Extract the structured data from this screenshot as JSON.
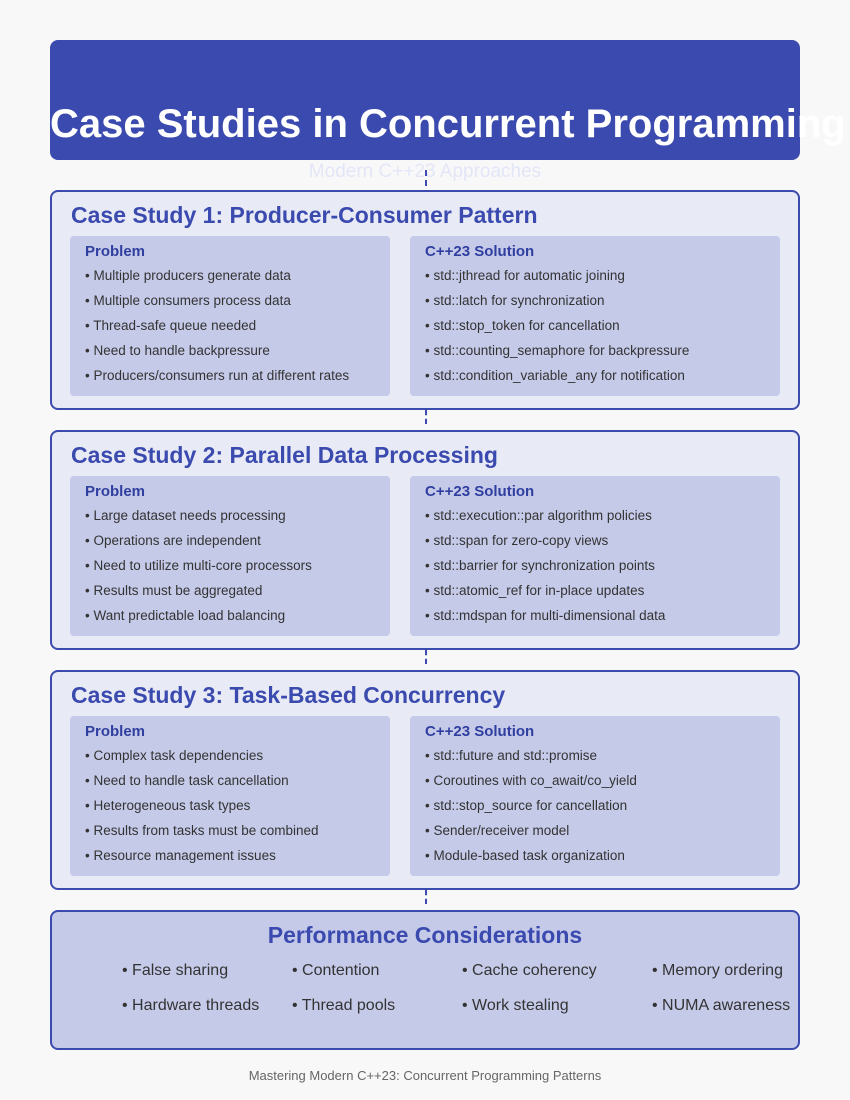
{
  "header": {
    "title": "Case Studies in Concurrent Programming",
    "subtitle": "Modern C++23 Approaches"
  },
  "case_studies": [
    {
      "title": "Case Study 1: Producer-Consumer Pattern",
      "problem_heading": "Problem",
      "problem": [
        "Multiple producers generate data",
        "Multiple consumers process data",
        "Thread-safe queue needed",
        "Need to handle backpressure",
        "Producers/consumers run at different rates"
      ],
      "solution_heading": "C++23 Solution",
      "solution": [
        "std::jthread for automatic joining",
        "std::latch for synchronization",
        "std::stop_token for cancellation",
        "std::counting_semaphore for backpressure",
        "std::condition_variable_any for notification"
      ]
    },
    {
      "title": "Case Study 2: Parallel Data Processing",
      "problem_heading": "Problem",
      "problem": [
        "Large dataset needs processing",
        "Operations are independent",
        "Need to utilize multi-core processors",
        "Results must be aggregated",
        "Want predictable load balancing"
      ],
      "solution_heading": "C++23 Solution",
      "solution": [
        "std::execution::par algorithm policies",
        "std::span for zero-copy views",
        "std::barrier for synchronization points",
        "std::atomic_ref for in-place updates",
        "std::mdspan for multi-dimensional data"
      ]
    },
    {
      "title": "Case Study 3: Task-Based Concurrency",
      "problem_heading": "Problem",
      "problem": [
        "Complex task dependencies",
        "Need to handle task cancellation",
        "Heterogeneous task types",
        "Results from tasks must be combined",
        "Resource management issues"
      ],
      "solution_heading": "C++23 Solution",
      "solution": [
        "std::future and std::promise",
        "Coroutines with co_await/co_yield",
        "std::stop_source for cancellation",
        "Sender/receiver model",
        "Module-based task organization"
      ]
    }
  ],
  "performance": {
    "title": "Performance Considerations",
    "items": [
      "False sharing",
      "Contention",
      "Cache coherency",
      "Memory ordering",
      "Hardware threads",
      "Thread pools",
      "Work stealing",
      "NUMA awareness"
    ]
  },
  "footer": "Mastering Modern C++23: Concurrent Programming Patterns",
  "colors": {
    "primary": "#3b4aae",
    "card_background": "#e8eaf6",
    "panel_background": "#c5cae9",
    "text": "#333333"
  }
}
